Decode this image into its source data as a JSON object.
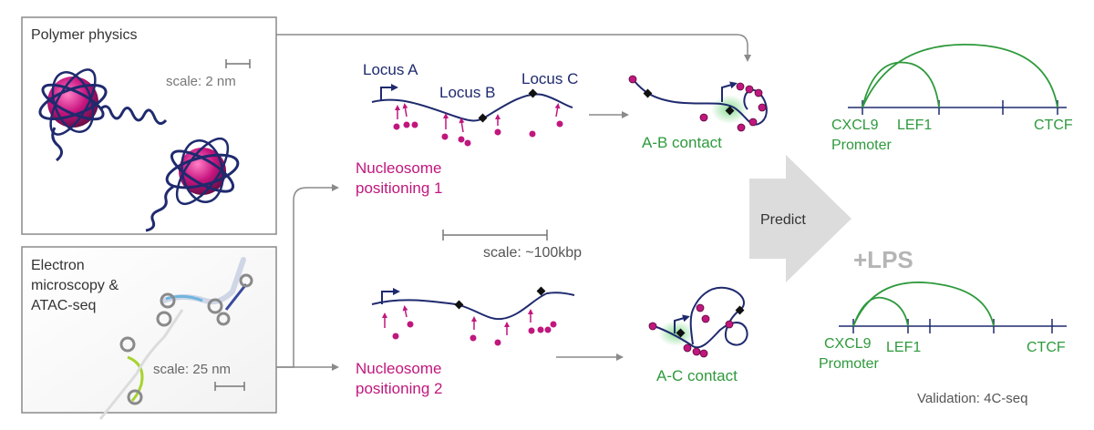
{
  "panels": {
    "polymer": {
      "title": "Polymer physics",
      "scale": "scale: 2 nm"
    },
    "em": {
      "title_lines": [
        "Electron",
        "microscopy &",
        "ATAC-seq"
      ],
      "scale": "scale: 25 nm"
    }
  },
  "loci": {
    "a": "Locus A",
    "b": "Locus B",
    "c": "Locus C"
  },
  "nucleosome": {
    "pos1_lines": [
      "Nucleosome",
      "positioning 1"
    ],
    "pos2_lines": [
      "Nucleosome",
      "positioning 2"
    ]
  },
  "mid_scale": "scale: ~100kbp",
  "contacts": {
    "ab": "A-B contact",
    "ac": "A-C contact"
  },
  "predict": "Predict",
  "lps": "+LPS",
  "genome": {
    "cxcl9": "CXCL9",
    "promoter": "Promoter",
    "lef1": "LEF1",
    "ctcf": "CTCF"
  },
  "validation": "Validation: 4C-seq",
  "colors": {
    "navy": "#1f2a6e",
    "magenta": "#c0177e",
    "green": "#2e9a3c",
    "gray_arrow": "#dcdcdc",
    "gray_text": "#555555"
  }
}
